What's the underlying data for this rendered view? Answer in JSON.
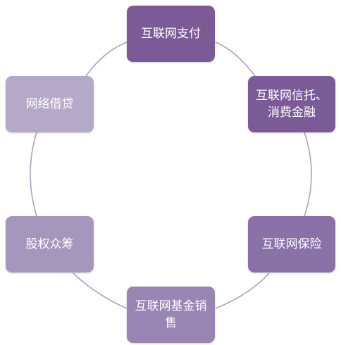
{
  "diagram": {
    "nodes": [
      {
        "label": "互联网支付",
        "color": "#7c5a96"
      },
      {
        "label": "互联网信托、消费金融",
        "color": "#7a5a97"
      },
      {
        "label": "互联网保险",
        "color": "#8a71a8"
      },
      {
        "label": "互联网基金销售",
        "color": "#9985b3"
      },
      {
        "label": "股权众筹",
        "color": "#a596bd"
      },
      {
        "label": "网络借贷",
        "color": "#b5a9c9"
      }
    ],
    "ring_color": "#aca0c4"
  }
}
